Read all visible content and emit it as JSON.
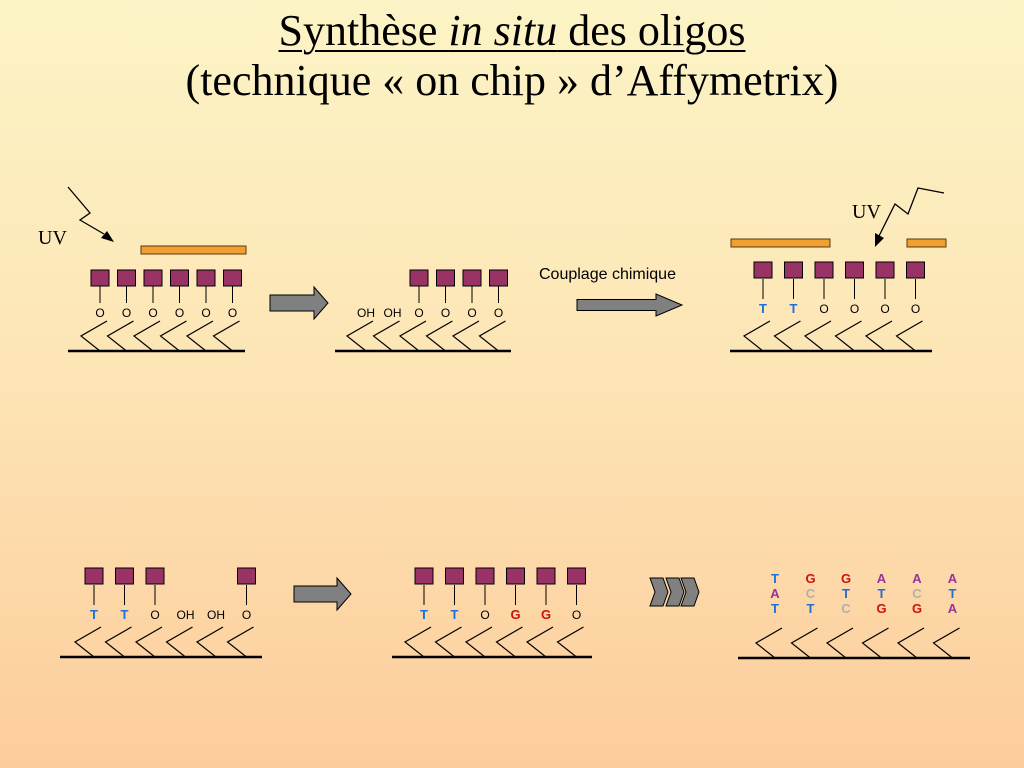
{
  "title": {
    "prefix": "Synthèse ",
    "italic": "in situ",
    "suffix": " des oligos",
    "line2": "(technique « on chip » d’Affymetrix)"
  },
  "colors": {
    "protect": "#993366",
    "mask": "#f0a030",
    "arrow": "#808080",
    "T": "#1f6fd6",
    "G": "#cc1111",
    "A": "#993399",
    "C": "#b0b0b0"
  },
  "uv_label": "UV",
  "coupling_label": "Couplage chimique",
  "panels": [
    {
      "id": "p1",
      "sites": [
        {
          "p": true,
          "l": "O"
        },
        {
          "p": true,
          "l": "O"
        },
        {
          "p": true,
          "l": "O"
        },
        {
          "p": true,
          "l": "O"
        },
        {
          "p": true,
          "l": "O"
        },
        {
          "p": true,
          "l": "O"
        }
      ]
    },
    {
      "id": "p2",
      "sites": [
        {
          "p": false,
          "l": "OH"
        },
        {
          "p": false,
          "l": "OH"
        },
        {
          "p": true,
          "l": "O"
        },
        {
          "p": true,
          "l": "O"
        },
        {
          "p": true,
          "l": "O"
        },
        {
          "p": true,
          "l": "O"
        }
      ]
    },
    {
      "id": "p3",
      "sites": [
        {
          "p": true,
          "l": "T",
          "c": "T"
        },
        {
          "p": true,
          "l": "T",
          "c": "T"
        },
        {
          "p": true,
          "l": "O"
        },
        {
          "p": true,
          "l": "O"
        },
        {
          "p": true,
          "l": "O"
        },
        {
          "p": true,
          "l": "O"
        }
      ]
    },
    {
      "id": "p4",
      "sites": [
        {
          "p": true,
          "l": "T",
          "c": "T"
        },
        {
          "p": true,
          "l": "T",
          "c": "T"
        },
        {
          "p": true,
          "l": "O"
        },
        {
          "p": false,
          "l": "OH"
        },
        {
          "p": false,
          "l": "OH"
        },
        {
          "p": true,
          "l": "O"
        }
      ]
    },
    {
      "id": "p5",
      "sites": [
        {
          "p": true,
          "l": "T",
          "c": "T"
        },
        {
          "p": true,
          "l": "T",
          "c": "T"
        },
        {
          "p": true,
          "l": "O"
        },
        {
          "p": true,
          "l": "G",
          "c": "G"
        },
        {
          "p": true,
          "l": "G",
          "c": "G"
        },
        {
          "p": true,
          "l": "O"
        }
      ]
    }
  ],
  "final_columns": [
    [
      "T",
      "A",
      "T"
    ],
    [
      "G",
      "C",
      "T"
    ],
    [
      "G",
      "T",
      "C"
    ],
    [
      "A",
      "T",
      "G"
    ],
    [
      "A",
      "C",
      "G"
    ],
    [
      "A",
      "T",
      "A"
    ]
  ]
}
